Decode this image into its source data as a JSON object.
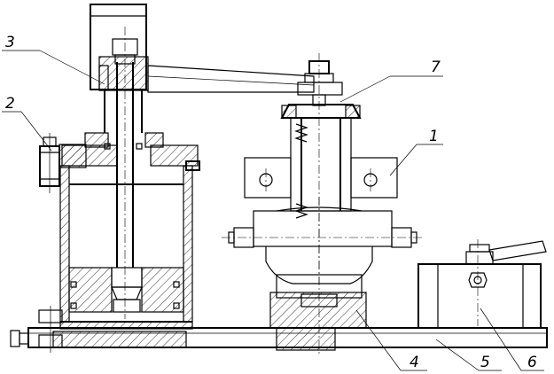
{
  "callouts": [
    {
      "id": "3",
      "text": "3"
    },
    {
      "id": "2",
      "text": "2"
    },
    {
      "id": "7",
      "text": "7"
    },
    {
      "id": "1",
      "text": "1"
    },
    {
      "id": "4",
      "text": "4"
    },
    {
      "id": "5",
      "text": "5"
    },
    {
      "id": "6",
      "text": "6"
    }
  ]
}
